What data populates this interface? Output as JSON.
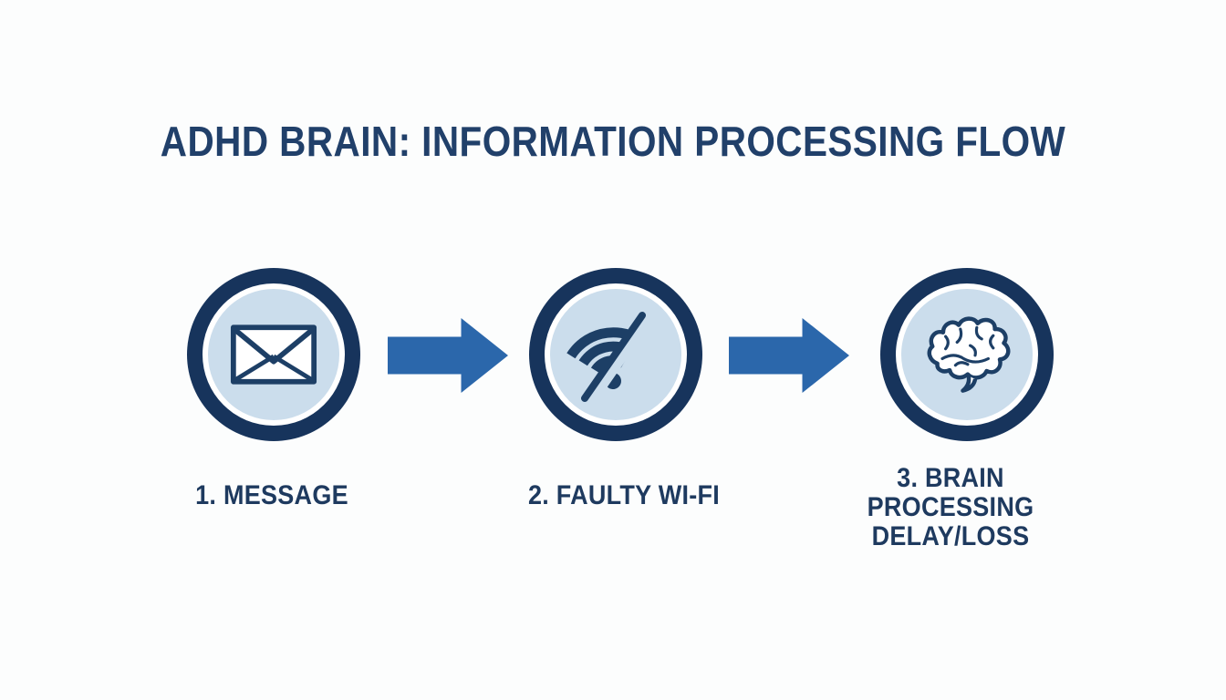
{
  "title": "ADHD BRAIN: INFORMATION PROCESSING FLOW",
  "diagram_type": "process-flow",
  "steps": [
    {
      "order": 1,
      "label": "1. MESSAGE",
      "icon": "envelope-icon"
    },
    {
      "order": 2,
      "label": "2. FAULTY WI-FI",
      "icon": "wifi-off-icon"
    },
    {
      "order": 3,
      "label": "3. BRAIN PROCESSING DELAY/LOSS",
      "label_lines": [
        "3. BRAIN",
        "PROCESSING",
        "DELAY/LOSS"
      ],
      "icon": "brain-icon"
    }
  ],
  "connectors": [
    {
      "from": 1,
      "to": 2,
      "shape": "right-arrow"
    },
    {
      "from": 2,
      "to": 3,
      "shape": "right-arrow"
    }
  ],
  "colors": {
    "background": "#fcfdfd",
    "title_navy": "#21406a",
    "ring_navy": "#17345c",
    "icon_navy": "#1d3f66",
    "circle_fill_light_blue": "#cbddec",
    "arrow_blue": "#2b67ab",
    "label_navy": "#1e3a5f",
    "icon_fill_white": "#ffffff"
  }
}
